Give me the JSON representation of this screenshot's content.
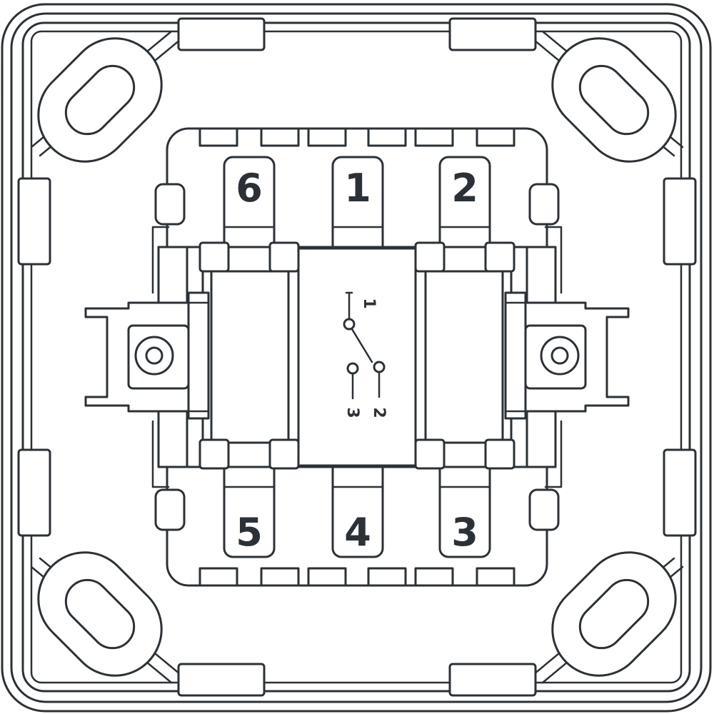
{
  "colors": {
    "line": "#2b3136",
    "background": "#ffffff"
  },
  "terminals": {
    "top": [
      "6",
      "1",
      "2"
    ],
    "bottom": [
      "5",
      "4",
      "3"
    ]
  },
  "switch_symbol": {
    "common": "1",
    "contact_right": "2",
    "contact_left": "3"
  }
}
